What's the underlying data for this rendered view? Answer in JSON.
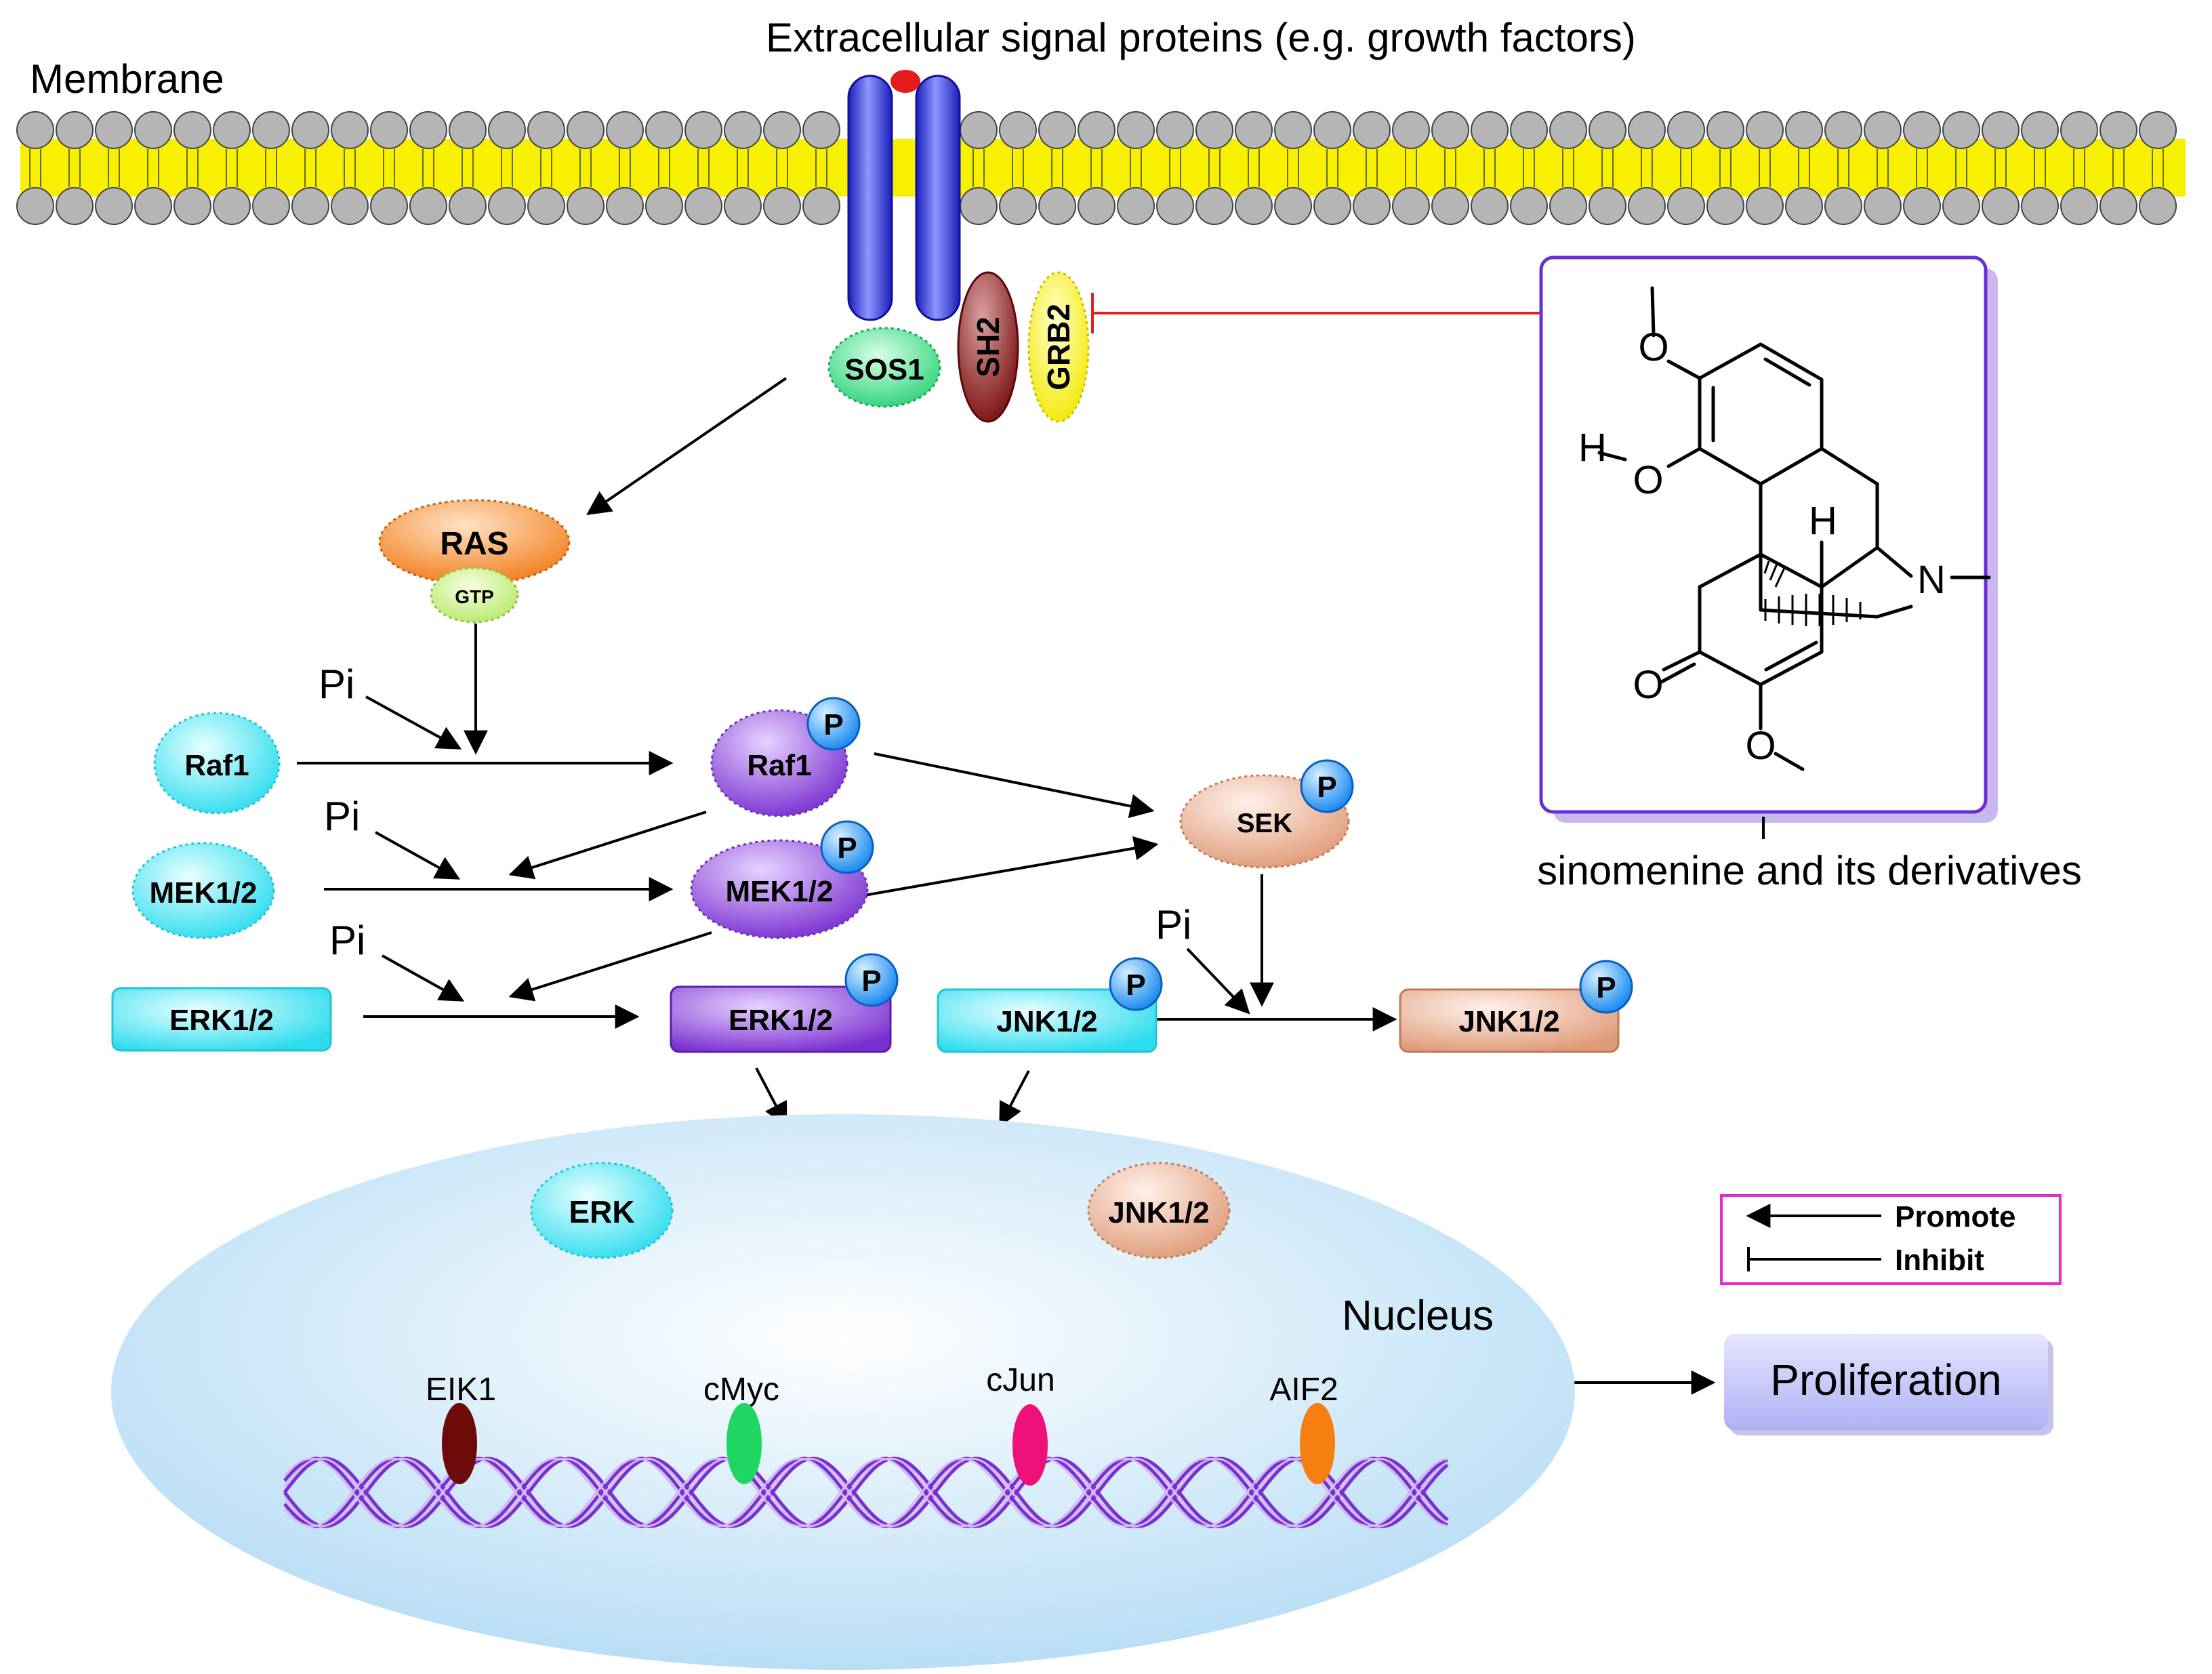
{
  "header": {
    "membrane_label": "Membrane",
    "extracellular_label": "Extracellular signal proteins (e.g. growth factors)"
  },
  "receptor_complex": {
    "sos1": "SOS1",
    "sh2": "SH2",
    "grb2": "GRB2"
  },
  "pathway": {
    "ras": "RAS",
    "gtp": "GTP",
    "pi": "Pi",
    "raf1": "Raf1",
    "raf1_p": "Raf1",
    "mek": "MEK1/2",
    "mek_p": "MEK1/2",
    "erk": "ERK1/2",
    "erk_p": "ERK1/2",
    "sek": "SEK",
    "jnk": "JNK1/2",
    "jnk_p": "JNK1/2",
    "phospho": "P"
  },
  "compound": {
    "atoms": {
      "o_top": "O",
      "h_left": "H",
      "o_left": "O",
      "h_center": "H",
      "n": "N",
      "o_ketone": "O",
      "o_bottom": "O"
    },
    "caption": "sinomenine and its derivatives"
  },
  "nucleus": {
    "label": "Nucleus",
    "erk": "ERK",
    "jnk": "JNK1/2",
    "factors": [
      {
        "label": "EIK1",
        "color": "#6e0a0a"
      },
      {
        "label": "cMyc",
        "color": "#1ed760"
      },
      {
        "label": "cJun",
        "color": "#f0107a"
      },
      {
        "label": "AIF2",
        "color": "#f57f10"
      }
    ]
  },
  "outcome": {
    "label": "Proliferation"
  },
  "legend": {
    "promote": "Promote",
    "inhibit": "Inhibit"
  },
  "colors": {
    "membrane_yellow": "#f7f000",
    "lipid_head": "#b5b5b5",
    "receptor": "#2a2ee8",
    "cyan": "#3ee6f2",
    "purple": "#8b3fd6",
    "salmon": "#e8a98a",
    "orange": "#f08a2a",
    "inhibit_red": "#e32020",
    "structure_frame": "#6a2fd4",
    "legend_frame": "#e62ad6"
  }
}
